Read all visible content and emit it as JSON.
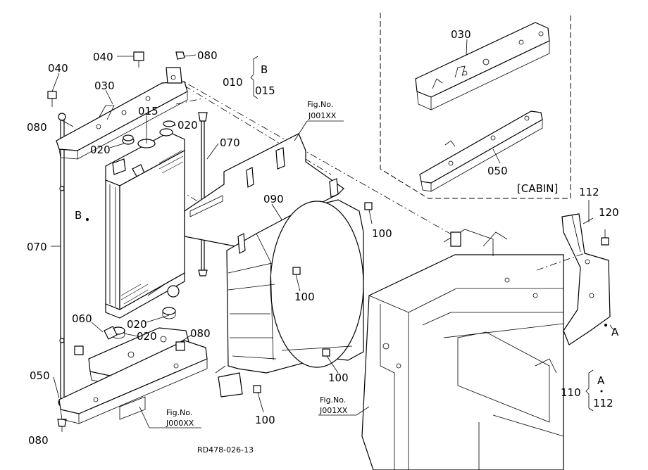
{
  "drawing_code": "RD478-026-13",
  "cabin_label": "[CABIN]",
  "parts": {
    "p040_top": "040",
    "p080_top": "080",
    "p040_left": "040",
    "p030_left": "030",
    "p080_left": "080",
    "p015": "015",
    "p020_a": "020",
    "p020_b": "020",
    "p070_center": "070",
    "p070_left": "070",
    "p090": "090",
    "p100_a": "100",
    "p100_b": "100",
    "p100_c": "100",
    "p100_d": "100",
    "p020_c": "020",
    "p020_d": "020",
    "p060": "060",
    "p080_mid": "080",
    "p050_left": "050",
    "p080_bottom": "080",
    "p030_cabin": "030",
    "p050_cabin": "050",
    "p112": "112",
    "p120": "120",
    "ref_b": "B",
    "ref_a": "A",
    "bracket_010": {
      "num": "010",
      "top": "B",
      "bottom": "015"
    },
    "bracket_110": {
      "num": "110",
      "top": "A",
      "bottom": "112"
    }
  },
  "fig_refs": {
    "fig_top": {
      "title": "Fig.No.",
      "code": "J001XX"
    },
    "fig_bottom_left": {
      "title": "Fig.No.",
      "code": "J000XX"
    },
    "fig_bottom_center": {
      "title": "Fig.No.",
      "code": "J001XX"
    }
  }
}
